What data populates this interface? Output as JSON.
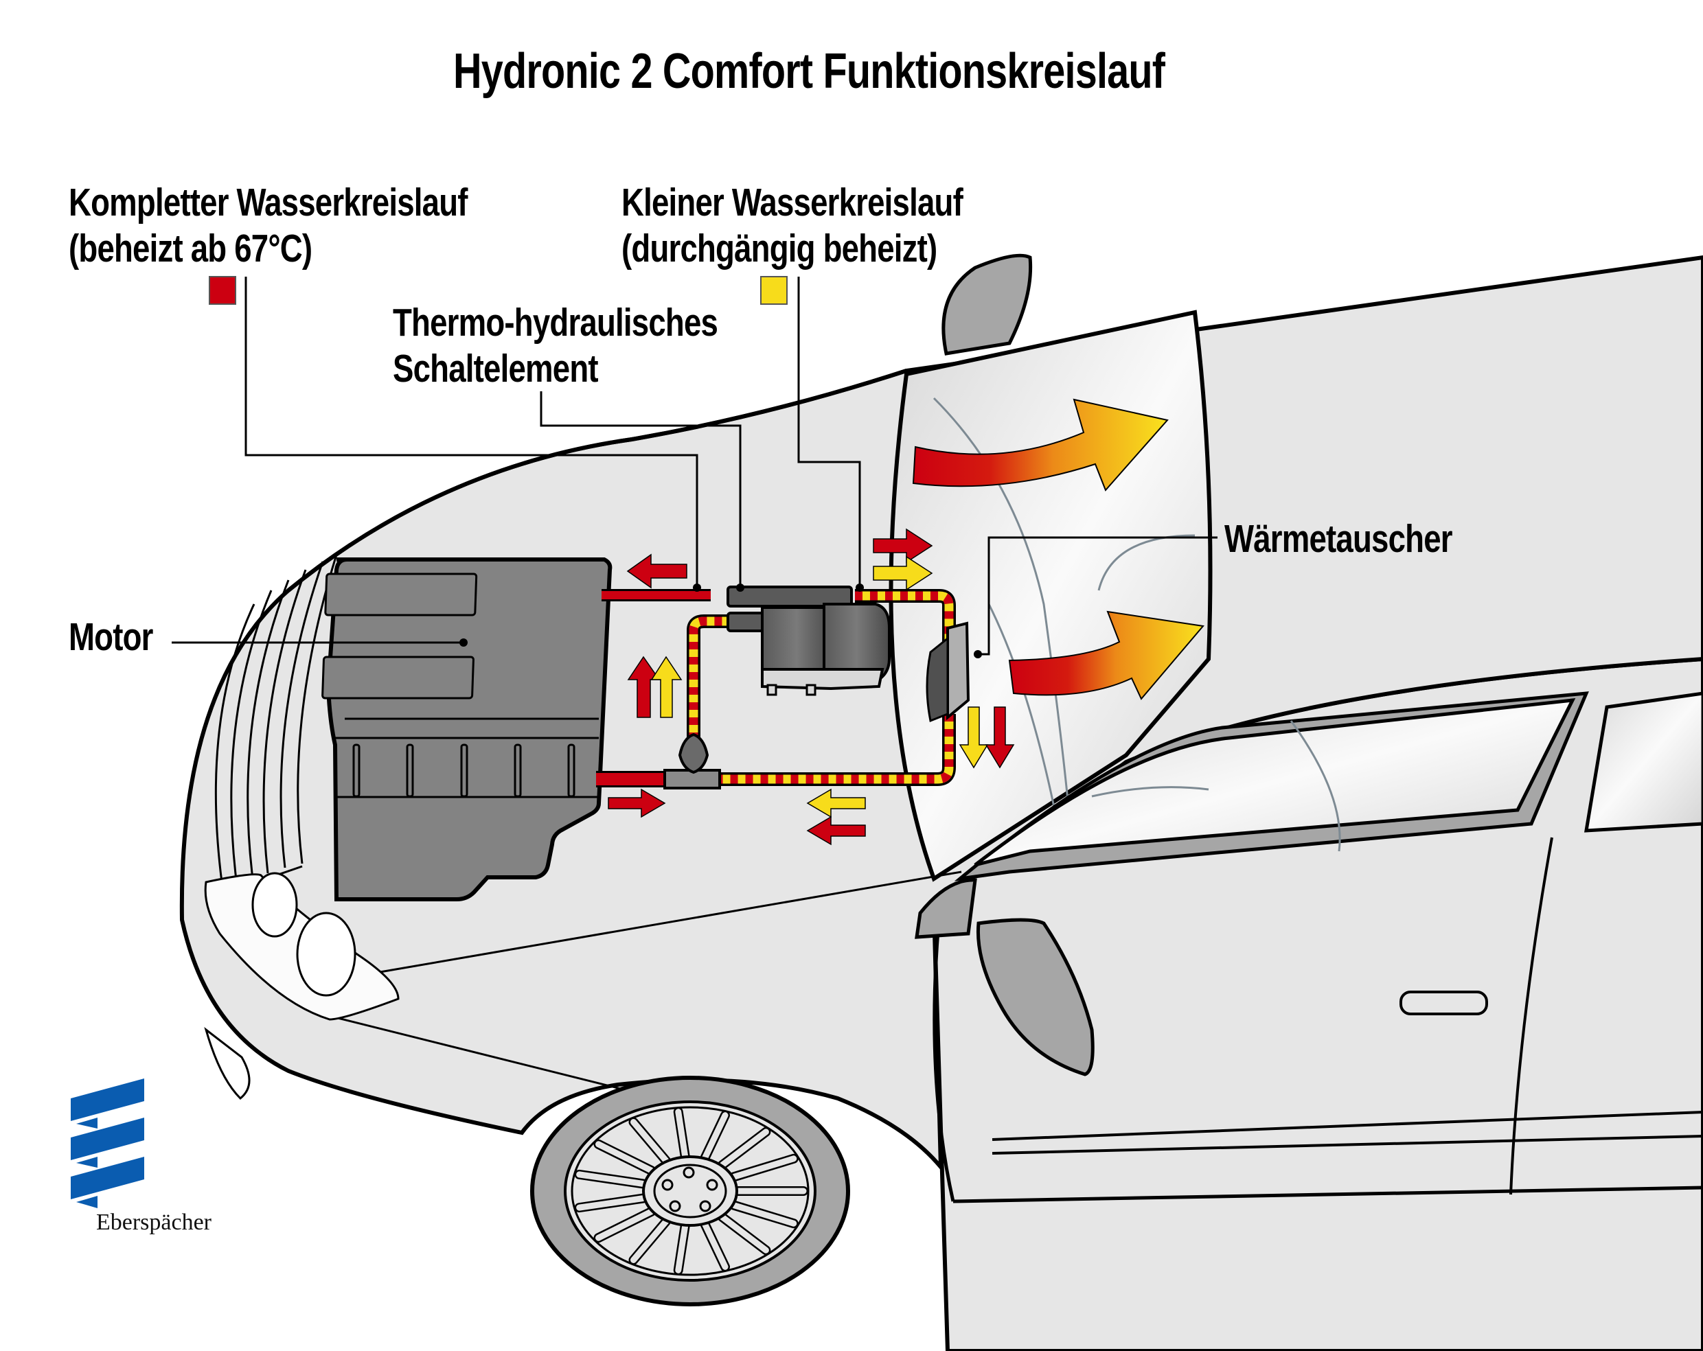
{
  "title": "Hydronic 2 Comfort Funktionskreislauf",
  "legend": [
    {
      "line1": "Kompletter Wasserkreislauf",
      "line2": "(beheizt ab 67°C)",
      "color": "#cc0011"
    },
    {
      "line1": "Kleiner Wasserkreislauf",
      "line2": "(durchgängig beheizt)",
      "color": "#f7dc1b"
    }
  ],
  "callouts": {
    "switch": {
      "line1": "Thermo-hydraulisches",
      "line2": "Schaltelement"
    },
    "heat_exchanger": "Wärmetauscher",
    "engine": "Motor"
  },
  "brand": {
    "name": "Eberspächer",
    "color": "#0a5cb0"
  },
  "colors": {
    "red": "#cc0011",
    "yellow": "#f7dc1b",
    "body": "#e6e6e6",
    "engine": "#838383",
    "tire": "#a6a6a6"
  }
}
